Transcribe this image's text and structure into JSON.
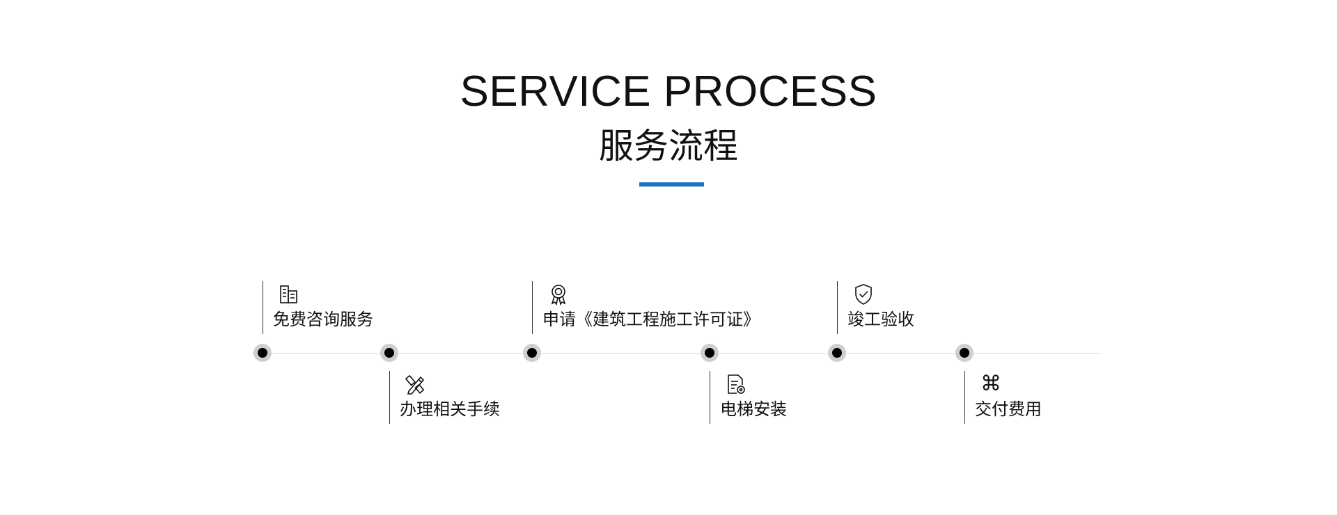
{
  "header": {
    "title_en": "SERVICE PROCESS",
    "title_cn": "服务流程",
    "accent_color": "#1a73be"
  },
  "steps": [
    {
      "label": "免费咨询服务",
      "icon": "building-icon",
      "side": "above"
    },
    {
      "label": "办理相关手续",
      "icon": "pencil-ruler-icon",
      "side": "below"
    },
    {
      "label": "申请《建筑工程施工许可证》",
      "icon": "award-ribbon-icon",
      "side": "above"
    },
    {
      "label": "电梯安装",
      "icon": "document-gear-icon",
      "side": "below"
    },
    {
      "label": "竣工验收",
      "icon": "shield-check-icon",
      "side": "above"
    },
    {
      "label": "交付费用",
      "icon": "command-icon",
      "side": "below"
    }
  ]
}
